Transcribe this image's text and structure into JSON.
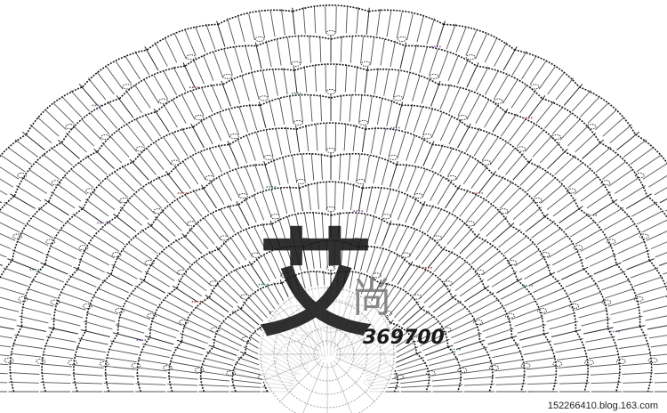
{
  "diagram": {
    "background": "#ffffff",
    "stitch_color": "#1a1a1a",
    "chain_color": "#2a2a2a",
    "accent_colors": {
      "green": "#3a8a5a",
      "red": "#c0392b",
      "purple": "#8a5aa8"
    },
    "rows": 12,
    "fans_per_row": [
      6,
      7,
      8,
      9,
      10,
      11,
      12,
      13,
      14,
      15,
      16,
      17
    ]
  },
  "watermark": {
    "char_main": "艾",
    "char_second": "尚",
    "number": "369700"
  },
  "credit": {
    "text": "152266410.blog.163.com"
  }
}
